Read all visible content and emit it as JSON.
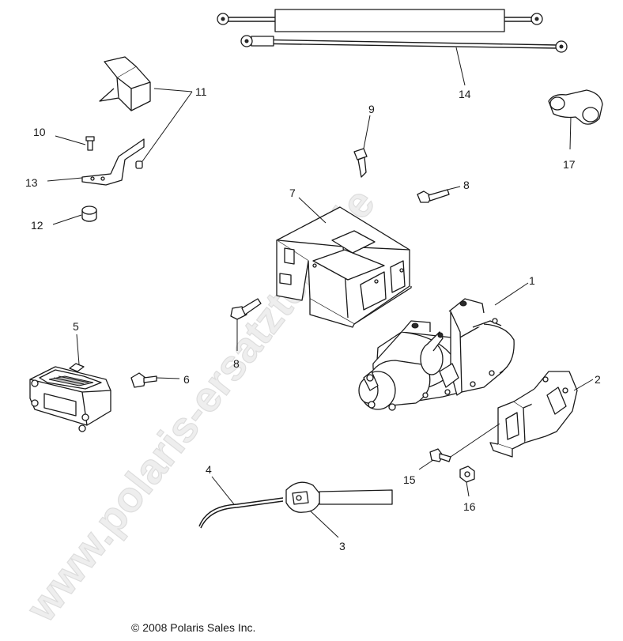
{
  "watermark": "www.polaris-ersatzteile.de",
  "copyright": "© 2008 Polaris Sales Inc.",
  "callouts": {
    "c1": "1",
    "c2": "2",
    "c3": "3",
    "c4": "4",
    "c5": "5",
    "c6": "6",
    "c7": "7",
    "c8a": "8",
    "c8b": "8",
    "c9": "9",
    "c10": "10",
    "c11": "11",
    "c12": "12",
    "c13": "13",
    "c14": "14",
    "c15": "15",
    "c16": "16",
    "c17": "17"
  }
}
